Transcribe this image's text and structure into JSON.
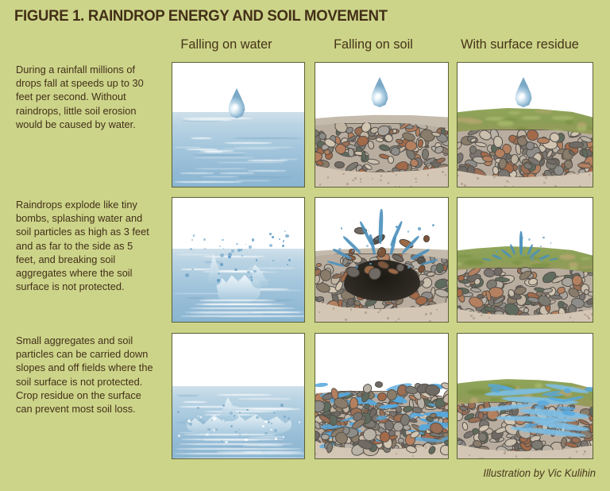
{
  "figure": {
    "title": "FIGURE 1. RAINDROP ENERGY AND SOIL MOVEMENT",
    "background_color": "#ccd489",
    "title_color": "#432f17",
    "panel_border_color": "#5c6137",
    "credit": "Illustration by Vic Kulihin"
  },
  "columns": [
    {
      "label": "Falling on water"
    },
    {
      "label": "Falling on soil"
    },
    {
      "label": "With surface residue"
    }
  ],
  "rows": [
    {
      "text": "During a rainfall millions of drops fall at speeds up to 30 feet per second. Without raindrops, little soil erosion would be caused by water."
    },
    {
      "text": "Raindrops explode like tiny bombs, splashing water and soil particles as high as 3 feet and as far to the side as 5 feet, and breaking soil aggregates where the soil surface is not protected."
    },
    {
      "text": "Small aggregates and soil particles can be carried down slopes and off fields where the soil surface is not protected. Crop residue on the surface can prevent most soil loss."
    }
  ],
  "panels": [
    {
      "id": "r0c0",
      "scene": "raindrop-over-water"
    },
    {
      "id": "r0c1",
      "scene": "raindrop-over-bare-soil"
    },
    {
      "id": "r0c2",
      "scene": "raindrop-over-residue-soil"
    },
    {
      "id": "r1c0",
      "scene": "water-crown-splash"
    },
    {
      "id": "r1c1",
      "scene": "soil-crater-explosion"
    },
    {
      "id": "r1c2",
      "scene": "residue-contained-splash"
    },
    {
      "id": "r2c0",
      "scene": "water-splash-collapse-ripples"
    },
    {
      "id": "r2c1",
      "scene": "runoff-through-bare-aggregates"
    },
    {
      "id": "r2c2",
      "scene": "runoff-over-residue-surface"
    }
  ],
  "palette": {
    "sky": "#ffffff",
    "water_light": "#cfe0ea",
    "water_deep": "#8ab5d1",
    "subsoil": "#d4c6b4",
    "aggregate_matrix": "#b9ada0",
    "residue_green": "#93a85c",
    "residue_tan": "#a8996a",
    "crater_dark": "#2b2721",
    "runoff_blue": "#56a8dd"
  },
  "facts": {
    "fall_speed": "30 feet per second",
    "splash_height": "3 feet",
    "splash_distance": "5 feet"
  }
}
